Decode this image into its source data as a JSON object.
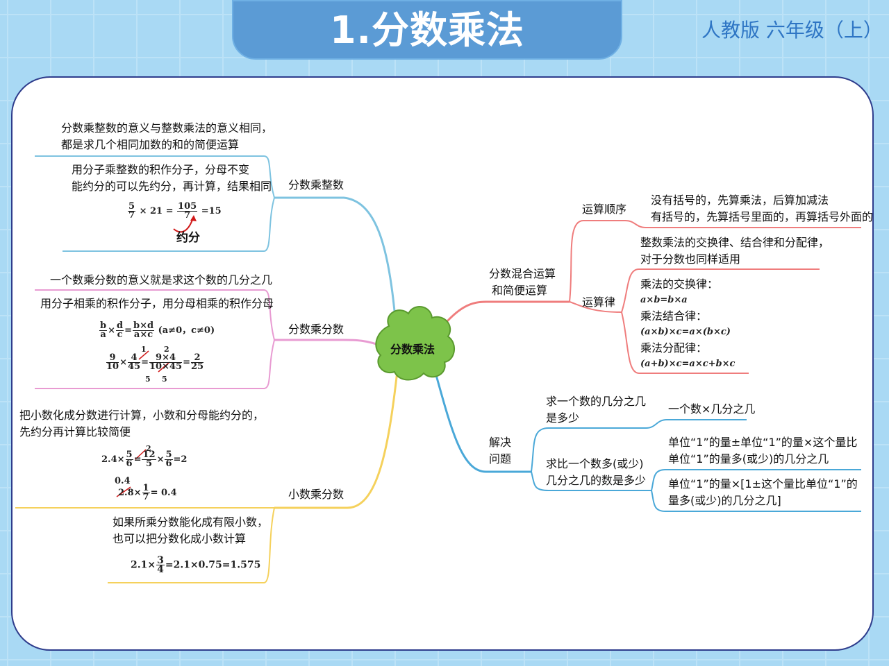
{
  "header": {
    "title": "1.分数乘法",
    "edition": "人教版  六年级（上）"
  },
  "center": "分数乘法",
  "branches": {
    "frac_int": {
      "label": "分数乘整数",
      "note1": [
        "分数乘整数的意义与整数乘法的意义相同，",
        "都是求几个相同加数的和的简便运算"
      ],
      "note2": [
        "用分子乘整数的积作分子，分母不变",
        "能约分的可以先约分，再计算，结果相同"
      ],
      "formula": {
        "a_nu": "5",
        "a_de": "7",
        "op": "× 21 =",
        "b_nu": "105",
        "b_de": "7",
        "result": "=15",
        "note": "约分"
      }
    },
    "frac_frac": {
      "label": "分数乘分数",
      "note1": "一个数乘分数的意义就是求这个数的几分之几",
      "note2": "用分子相乘的积作分子，用分母相乘的积作分母",
      "formula1": {
        "a_nu": "b",
        "a_de": "a",
        "b_nu": "d",
        "b_de": "c",
        "r_nu": "b×d",
        "r_de": "a×c",
        "cond": "(a≠0，c≠0)"
      },
      "formula2": {
        "a_nu": "9",
        "a_de": "10",
        "b_nu": "4",
        "b_de": "45",
        "top_small": "1",
        "top_small2": "2",
        "mid_nu": "9×4",
        "mid_de": "10×45",
        "bot_small": "5",
        "bot_small2": "5",
        "r_nu": "2",
        "r_de": "25"
      }
    },
    "decimal_frac": {
      "label": "小数乘分数",
      "note1": [
        "把小数化成分数进行计算，小数和分母能约分的，",
        "先约分再计算比较简便"
      ],
      "formula1": {
        "lead": "2.4×",
        "a_nu": "5",
        "a_de": "6",
        "b_nu": "12",
        "b_de": "5",
        "small": "2",
        "c_nu": "5",
        "c_de": "6",
        "result": "=2"
      },
      "formula2": {
        "top": "0.4",
        "lead": "2.8×",
        "a_nu": "1",
        "a_de": "7",
        "result": "= 0.4"
      },
      "note2": [
        "如果所乘分数能化成有限小数，",
        "也可以把分数化成小数计算"
      ],
      "formula3": {
        "lead": "2.1×",
        "a_nu": "3",
        "a_de": "4",
        "result": "=2.1×0.75=1.575"
      }
    },
    "mixed": {
      "label": [
        "分数混合运算",
        "和简便运算"
      ],
      "order_label": "运算顺序",
      "order_text": [
        "没有括号的，先算乘法，后算加减法",
        "有括号的，先算括号里面的，再算括号外面的"
      ],
      "law_label": "运算律",
      "law_intro": [
        "整数乘法的交换律、结合律和分配律，",
        "对于分数也同样适用"
      ],
      "laws": [
        {
          "name": "乘法的交换律：",
          "expr": "a×b=b×a"
        },
        {
          "name": "乘法结合律：",
          "expr": "(a×b)×c=a×(b×c)"
        },
        {
          "name": "乘法分配律：",
          "expr": "(a+b)×c=a×c+b×c"
        }
      ]
    },
    "solve": {
      "label": [
        "解决",
        "问题"
      ],
      "q1": [
        "求一个数的几分之几",
        "是多少"
      ],
      "a1": "一个数×几分之几",
      "q2": [
        "求比一个数多(或少)",
        "几分之几的数是多少"
      ],
      "a2": [
        "单位“1”的量±单位“1”的量×这个量比",
        "单位“1”的量多(或少)的几分之几"
      ],
      "a3": [
        "单位“1”的量×[1±这个量比单位“1”的",
        "量多(或少)的几分之几]"
      ]
    }
  },
  "colors": {
    "title_bg": "#5b9bd5",
    "edition": "#2e75c4",
    "panel_border": "#2e3c8c",
    "branch_blue": "#7ec3e0",
    "branch_pink": "#e89bd2",
    "branch_yellow": "#f5d15c",
    "branch_red": "#ef7d7d",
    "branch_teal": "#4aa8d8",
    "cloud": "#7dc34a",
    "annot_red": "#d11a1a"
  }
}
